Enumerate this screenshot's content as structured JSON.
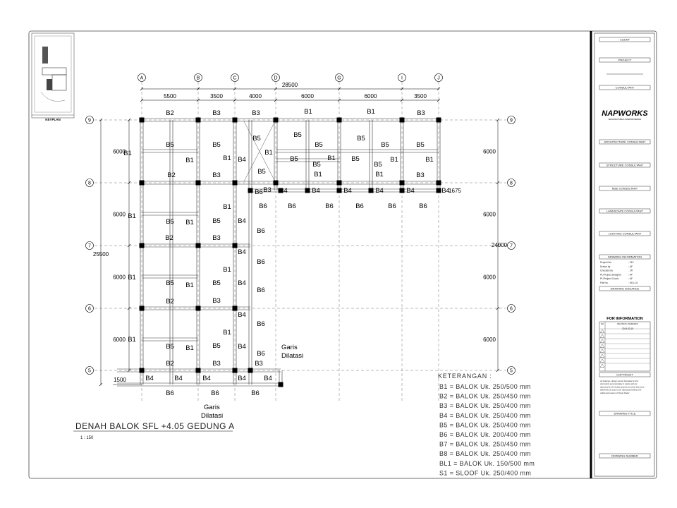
{
  "keyplan": {
    "label": "KEYPLAN"
  },
  "drawing": {
    "title": "DENAH BALOK SFL +4.05 GEDUNG A",
    "scale": "1 : 150",
    "notes": [
      "Garis",
      "Dilatasi"
    ]
  },
  "grid": {
    "columns": [
      "A",
      "B",
      "C",
      "D",
      "G",
      "I",
      "J"
    ],
    "rows": [
      "9",
      "8",
      "7",
      "6",
      "5"
    ],
    "top_dims": [
      "5500",
      "3500",
      "4000",
      "6000",
      "6000",
      "3500"
    ],
    "top_total": "28500",
    "side_dims": [
      "6000",
      "6000",
      "6000",
      "6000"
    ],
    "left_total": "25500",
    "right_total": "24000",
    "extra_dims": [
      "1500",
      "1675"
    ]
  },
  "legend": {
    "title": "KETERANGAN :",
    "items": [
      "B1   =   BALOK Uk. 250/500 mm",
      "B2   =   BALOK Uk. 250/450 mm",
      "B3   =   BALOK Uk. 250/400 mm",
      "B4   =   BALOK Uk. 250/400 mm",
      "B5   =   BALOK Uk. 250/400 mm",
      "B6   =   BALOK Uk. 200/400 mm",
      "B7   =   BALOK Uk. 250/450 mm",
      "B8   =   BALOK Uk. 250/400 mm",
      "BL1  =   BALOK Uk. 150/500 mm",
      "S1   =   SLOOF Uk. 250/400 mm"
    ]
  },
  "title_block": {
    "client": "CLIENT",
    "project": "PROJECT",
    "consultant": "CONSULTANT",
    "logo": "NAPWORKS",
    "logo_sub": "ARCHITECTURE & INTERIOR DESIGN",
    "architecture": "ARCHITECTURE CONSULTANT",
    "structure": "STRUCTURE CONSULTANT",
    "mep": "M&E CONSULTANT",
    "landscape": "LANDSCAPE CONSULTANT",
    "lighting": "LIGHTING CONSULTANT",
    "info_title": "DRAWING INFORMATION",
    "info_rows": [
      {
        "k": "Project No.",
        "v": "212"
      },
      {
        "k": "Drawn by",
        "v": "AF"
      },
      {
        "k": "Checked by",
        "v": "JR"
      },
      {
        "k": "PL/Project Designer",
        "v": "AF"
      },
      {
        "k": "PL/Project Coord.",
        "v": "AF"
      },
      {
        "k": "File No.",
        "v": "KDL-01"
      }
    ],
    "issuance": "DRAWING ISSUANCE",
    "for_info": "FOR INFORMATION",
    "rev_no": "NO",
    "rev_head": "REVISION / REMARKS",
    "rev_date": "2014.03.15",
    "copyright": "COPYRIGHT",
    "copyright_text": [
      "All drawings, design and art illustrated on this",
      "documents are proprietary in nature and are",
      "disclosed for the limited purpose for which they were",
      "delivered and may not be reproduced without the",
      "written permission of Owner Maker"
    ],
    "drawing_title": "DRAWING TITLE",
    "drawing_number": "DRAWING NUMBER"
  }
}
